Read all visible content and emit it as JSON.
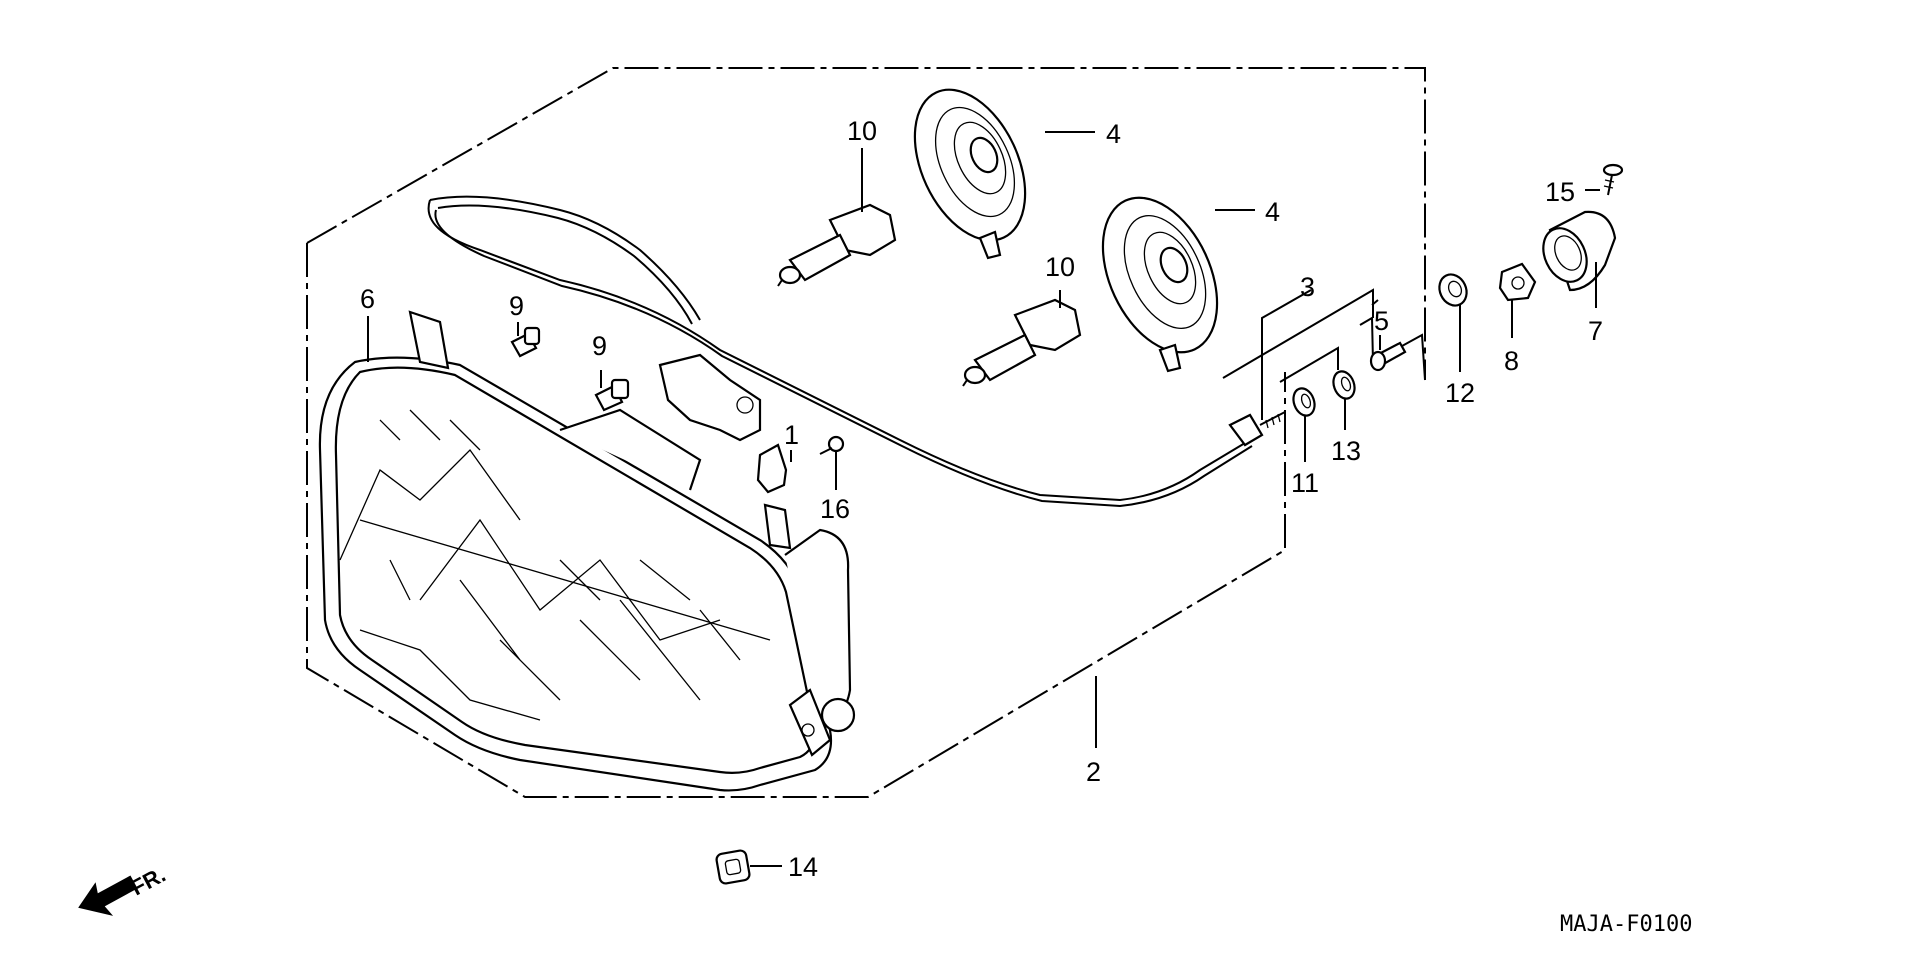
{
  "diagram_code": "MAJA-F0100",
  "direction_label": "FR.",
  "callouts": [
    {
      "id": "c1",
      "text": "1"
    },
    {
      "id": "c2",
      "text": "2"
    },
    {
      "id": "c3",
      "text": "3"
    },
    {
      "id": "c4a",
      "text": "4"
    },
    {
      "id": "c4b",
      "text": "4"
    },
    {
      "id": "c5",
      "text": "5"
    },
    {
      "id": "c6",
      "text": "6"
    },
    {
      "id": "c7",
      "text": "7"
    },
    {
      "id": "c8",
      "text": "8"
    },
    {
      "id": "c9a",
      "text": "9"
    },
    {
      "id": "c9b",
      "text": "9"
    },
    {
      "id": "c10a",
      "text": "10"
    },
    {
      "id": "c10b",
      "text": "10"
    },
    {
      "id": "c11",
      "text": "11"
    },
    {
      "id": "c12",
      "text": "12"
    },
    {
      "id": "c13",
      "text": "13"
    },
    {
      "id": "c14",
      "text": "14"
    },
    {
      "id": "c15",
      "text": "15"
    },
    {
      "id": "c16",
      "text": "16"
    }
  ]
}
